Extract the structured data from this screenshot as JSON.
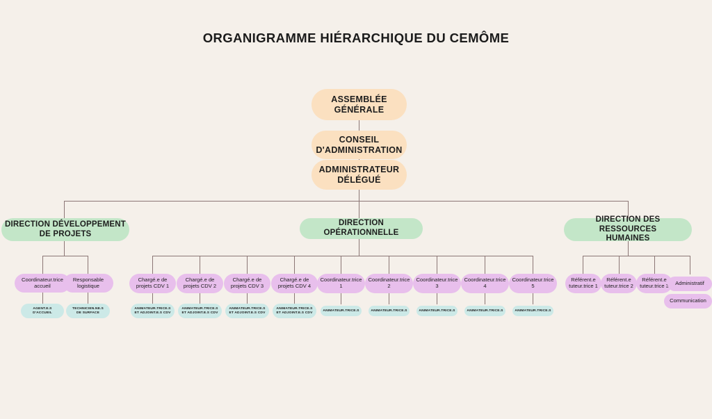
{
  "title": "ORGANIGRAMME HIÉRARCHIQUE DU CEMÔME",
  "colors": {
    "background": "#F5F0EA",
    "executive": "#FBE0C0",
    "direction": "#C3E6C8",
    "middle": "#E8BFEC",
    "leaf": "#CCE9E7",
    "connector": "#8B7675",
    "text": "#1D1D1D"
  },
  "chart_data": {
    "type": "diagram",
    "title": "ORGANIGRAMME HIÉRARCHIQUE DU CEMÔME",
    "levels": [
      "executive",
      "direction",
      "middle",
      "leaf"
    ]
  },
  "executive": [
    {
      "label": "ASSEMBLÉE\nGÉNÉRALE"
    },
    {
      "label": "CONSEIL\nD'ADMINISTRATION"
    },
    {
      "label": "ADMINISTRATEUR\nDÉLÉGUÉ"
    }
  ],
  "directions": [
    {
      "label": "DIRECTION DÉVELOPPEMENT\nDE PROJETS"
    },
    {
      "label": "DIRECTION OPÉRATIONNELLE"
    },
    {
      "label": "DIRECTION DES RESSOURCES\nHUMAINES"
    }
  ],
  "middle": [
    {
      "label": "Coordinateur.trice\naccueil"
    },
    {
      "label": "Responsable\nlogistique"
    },
    {
      "label": "Chargé.e de\nprojets CDV 1"
    },
    {
      "label": "Chargé.e de\nprojets CDV 2"
    },
    {
      "label": "Chargé.e de\nprojets CDV 3"
    },
    {
      "label": "Chargé.e de\nprojets CDV 4"
    },
    {
      "label": "Coordinateur.trice\n1"
    },
    {
      "label": "Coordinateur.trice\n2"
    },
    {
      "label": "Coordinateur.trice\n3"
    },
    {
      "label": "Coordinateur.trice\n4"
    },
    {
      "label": "Coordinateur.trice\n5"
    },
    {
      "label": "Référent.e\ntuteur.trice 1"
    },
    {
      "label": "Référent.e\ntuteur.trice 2"
    },
    {
      "label": "Référent.e\ntuteur.trice 3"
    },
    {
      "label": "Administratif"
    },
    {
      "label": "Communication"
    }
  ],
  "leaves": [
    {
      "label": "AGENT.E.S\nD'ACCUEIL"
    },
    {
      "label": "TECHNICIEN.NE.S\nDE SURFACE"
    },
    {
      "label": "ANIMATEUR.TRICE.S\nET ADJOINT.E.S CDV"
    },
    {
      "label": "ANIMATEUR.TRICE.S\nET ADJOINT.E.S CDV"
    },
    {
      "label": "ANIMATEUR.TRICE.S\nET ADJOINT.E.S CDV"
    },
    {
      "label": "ANIMATEUR.TRICE.S\nET ADJOINT.E.S CDV"
    },
    {
      "label": "ANIMATEUR.TRICE.S"
    },
    {
      "label": "ANIMATEUR.TRICE.S"
    },
    {
      "label": "ANIMATEUR.TRICE.S"
    },
    {
      "label": "ANIMATEUR.TRICE.S"
    },
    {
      "label": "ANIMATEUR.TRICE.S"
    }
  ]
}
